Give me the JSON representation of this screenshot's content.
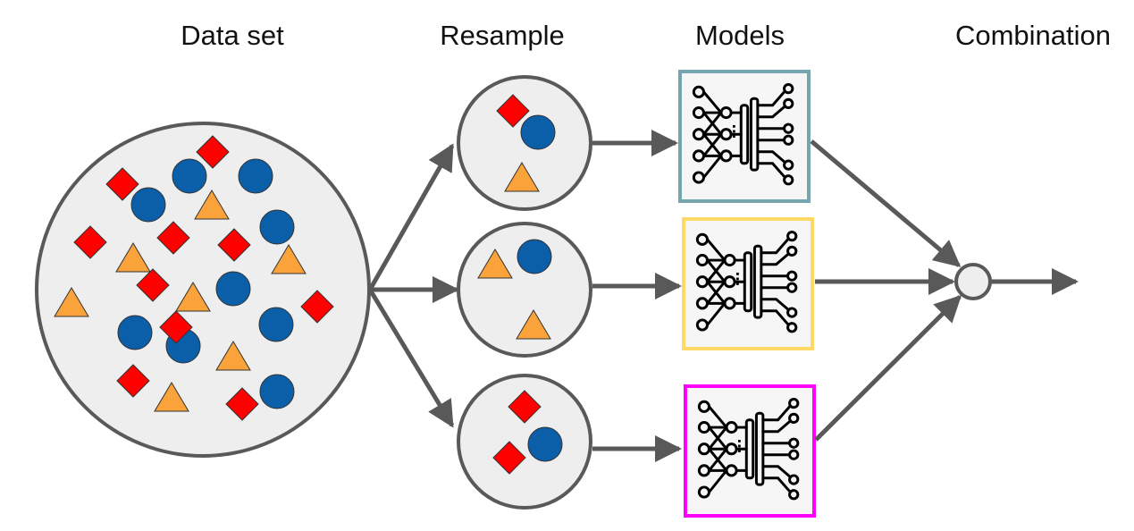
{
  "stages": {
    "dataset": "Data set",
    "resample": "Resample",
    "models": "Models",
    "combination": "Combination"
  },
  "colors": {
    "circle_fill": "#eeeeee",
    "stroke": "#595959",
    "diamond": "#ff0000",
    "dot": "#0b5ea8",
    "triangle": "#f9a33a",
    "model_1_border": "#76a5af",
    "model_2_border": "#ffd966",
    "model_3_border": "#ff00ff"
  },
  "icons": {
    "model_1": "neural-network-icon",
    "model_2": "neural-network-icon",
    "model_3": "neural-network-icon",
    "combiner": "combination-node-icon"
  }
}
